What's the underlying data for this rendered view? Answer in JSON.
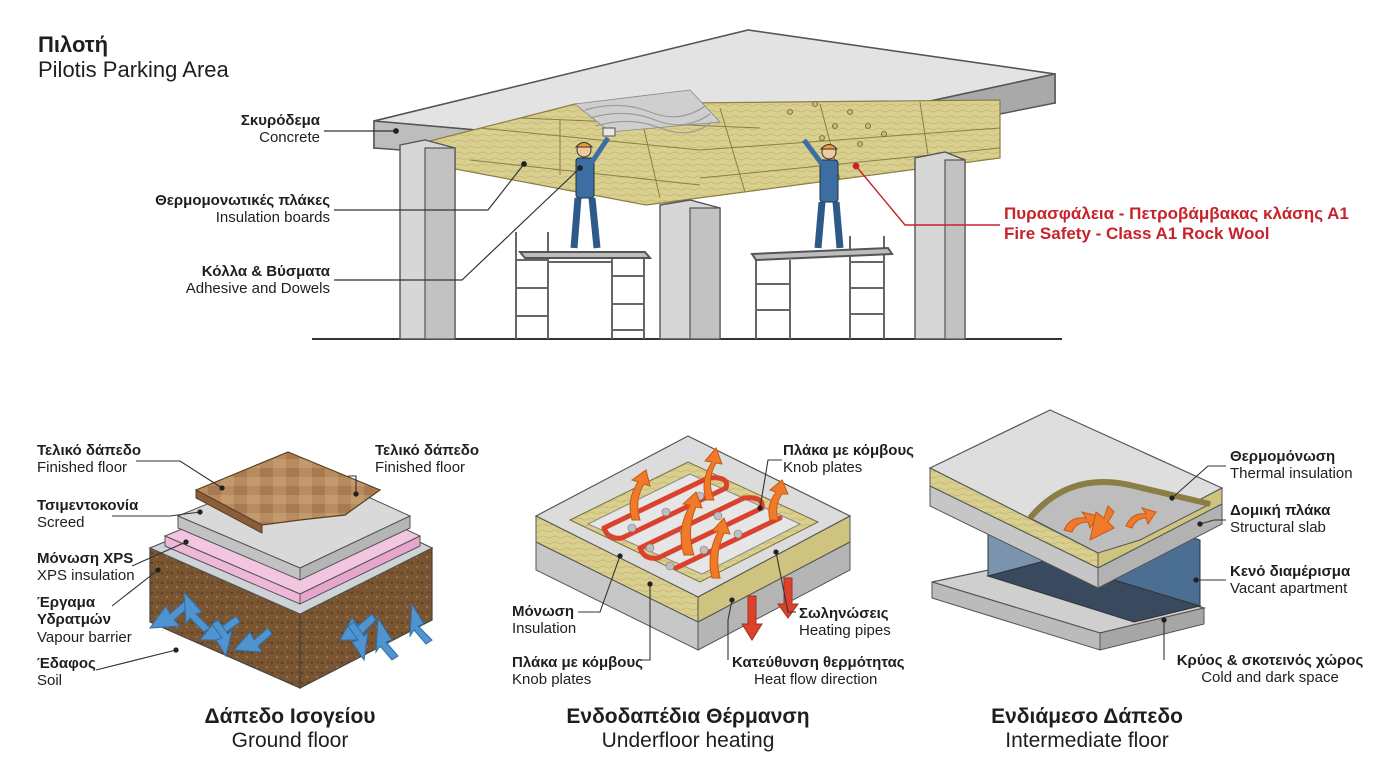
{
  "title": {
    "greek": "Πιλοτή",
    "english": "Pilotis Parking Area"
  },
  "pilotis_labels": [
    {
      "greek": "Σκυρόδεμα",
      "english": "Concrete"
    },
    {
      "greek": "Θερμομονωτικές πλάκες",
      "english": "Insulation boards"
    },
    {
      "greek": "Κόλλα & Βύσματα",
      "english": "Adhesive and Dowels"
    }
  ],
  "fire_safety": {
    "greek": "Πυρασφάλεια - Πετροβάμβακας κλάσης Α1",
    "english": "Fire Safety - Class A1 Rock Wool"
  },
  "ground_floor": {
    "caption": {
      "greek": "Δάπεδο Ισογείου",
      "english": "Ground floor"
    },
    "labels": [
      {
        "greek": "Τελικό δάπεδο",
        "english": "Finished floor"
      },
      {
        "greek": "Τσιμεντοκονία",
        "english": "Screed"
      },
      {
        "greek": "Μόνωση XPS",
        "english": "XPS insulation"
      },
      {
        "greek": "Έργαμα Υδρατμών",
        "english": "Vapour barrier"
      },
      {
        "greek": "Έδαφος",
        "english": "Soil"
      },
      {
        "greek": "Τελικό δάπεδο",
        "english": "Finished floor"
      }
    ]
  },
  "underfloor": {
    "caption": {
      "greek": "Ενδοδαπέδια Θέρμανση",
      "english": "Underfloor heating"
    },
    "labels": [
      {
        "greek": "Πλάκα με κόμβους",
        "english": "Knob plates"
      },
      {
        "greek": "Μόνωση",
        "english": "Insulation"
      },
      {
        "greek": "Πλάκα με κόμβους",
        "english": "Knob plates"
      },
      {
        "greek": "Σωληνώσεις",
        "english": "Heating pipes"
      },
      {
        "greek": "Κατεύθυνση θερμότητας",
        "english": "Heat flow direction"
      }
    ]
  },
  "intermediate": {
    "caption": {
      "greek": "Ενδιάμεσο Δάπεδο",
      "english": "Intermediate floor"
    },
    "labels": [
      {
        "greek": "Θερμομόνωση",
        "english": "Thermal insulation"
      },
      {
        "greek": "Δομική πλάκα",
        "english": "Structural slab"
      },
      {
        "greek": "Κενό διαμέρισμα",
        "english": "Vacant apartment"
      },
      {
        "greek": "Κρύος & σκοτεινός χώρος",
        "english": "Cold and dark space"
      }
    ]
  },
  "colors": {
    "concrete": "#d6d6d6",
    "insulation": "#d9cf8e",
    "wood": "#b88b60",
    "xps": "#eeb7d8",
    "soil": "#7a5532",
    "arrow_blue": "#4f93cf",
    "arrow_orange": "#f07a2a",
    "pipe_red": "#d9432e",
    "fire_red": "#c8222a",
    "room_blue": "#4a6f93"
  }
}
